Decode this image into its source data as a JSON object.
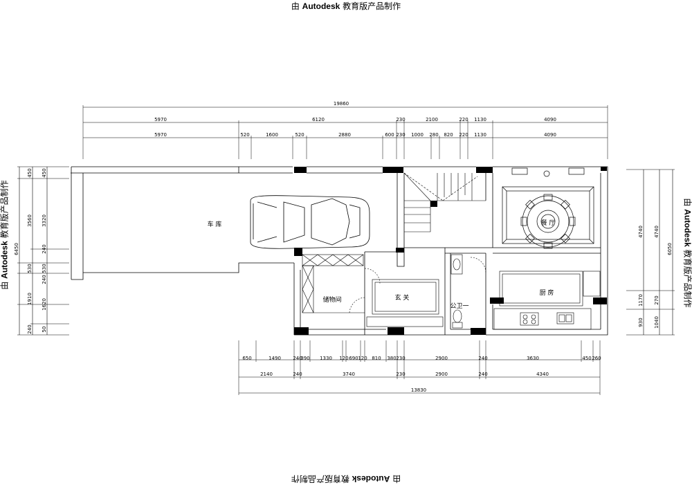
{
  "watermark": {
    "prefix": "由",
    "brand": "Autodesk",
    "suffix": "教育版产品制作"
  },
  "rooms": {
    "garage": "车 库",
    "storage": "储物间",
    "foyer": "玄 关",
    "toilet": "公卫一",
    "kitchen": "厨 房",
    "dining": "餐 厅"
  },
  "dimensions": {
    "top_total": "19860",
    "top_row1": [
      "5970",
      "6120",
      "230",
      "2100",
      "220",
      "1130",
      "4090"
    ],
    "top_row2": [
      "5970",
      "520",
      "1600",
      "520",
      "2880",
      "600",
      "230",
      "1000",
      "280",
      "820",
      "220",
      "1130",
      "4090"
    ],
    "bottom_row1": [
      "650",
      "1490",
      "240",
      "390",
      "1330",
      "120",
      "690",
      "120",
      "810",
      "380",
      "230",
      "2900",
      "240",
      "3630",
      "450",
      "260"
    ],
    "bottom_row2": [
      "2140",
      "240",
      "3740",
      "230",
      "2900",
      "240",
      "4340"
    ],
    "bottom_total": "13830",
    "left_total": "6450",
    "left_row1": [
      "450",
      "3560",
      "530",
      "1910",
      "240"
    ],
    "left_row2": [
      "450",
      "3320",
      "240",
      "530",
      "240",
      "1620",
      "50"
    ],
    "right_total": "6050",
    "right_row1": [
      "4740",
      "1170",
      "930"
    ],
    "right_row2": [
      "4740",
      "270",
      "1040"
    ]
  }
}
